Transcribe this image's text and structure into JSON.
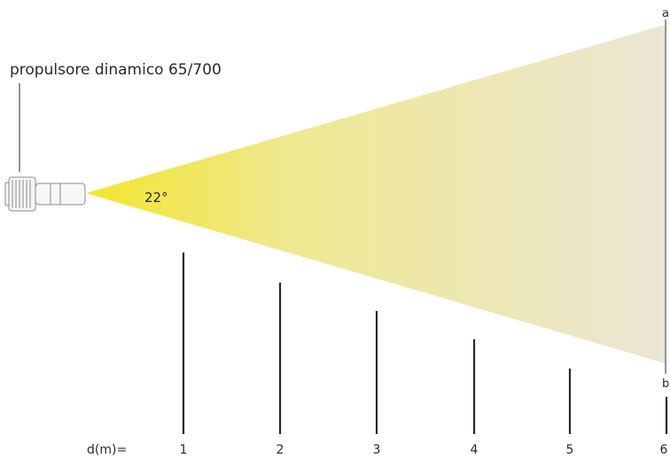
{
  "product_label": "propulsore dinamico 65/700",
  "beam_angle_label": "22°",
  "distance_prefix": "d(m)=",
  "distances": [
    "1",
    "2",
    "3",
    "4",
    "5",
    "6"
  ],
  "beam_edge_labels": {
    "top": "a",
    "bottom": "b"
  },
  "colors": {
    "beam_start": "#f2e52e",
    "beam_end": "#ebe6d6",
    "line": "#2a2a2a",
    "fixture_stroke": "#8a8a8a",
    "fixture_fill": "#f7f7f7"
  }
}
